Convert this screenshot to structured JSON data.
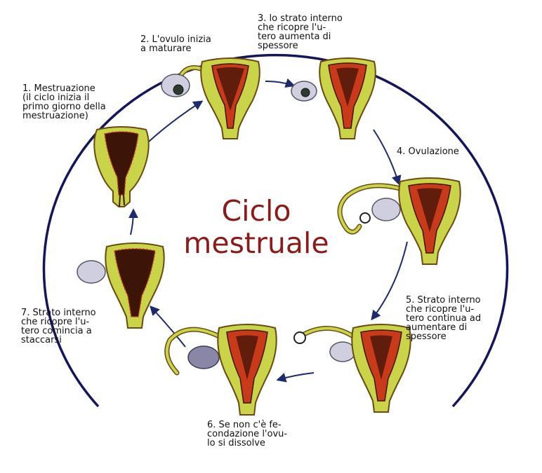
{
  "colors": {
    "ring": "#15155c",
    "arrow": "#1d2a6e",
    "title": "#8b1a1a",
    "uterus_fill": "#c9d448",
    "uterus_outline": "#6b4a12",
    "lining_red": "#c83a1a",
    "lining_dark": "#3d1408",
    "ovary_fill": "#cfcfdf",
    "egg": "#2e3a2e"
  },
  "title": {
    "line1": "Ciclo",
    "line2": "mestruale"
  },
  "stages": [
    {
      "id": 1,
      "lines": [
        "1. Mestruazione",
        "(il ciclo inizia il",
        "primo giorno della",
        "mestruazione)"
      ]
    },
    {
      "id": 2,
      "lines": [
        "2. L'ovulo inizia",
        "a maturare"
      ]
    },
    {
      "id": 3,
      "lines": [
        "3. lo strato interno",
        "che ricopre l'u-",
        "tero aumenta di",
        "spessore"
      ]
    },
    {
      "id": 4,
      "lines": [
        "4. Ovulazione"
      ]
    },
    {
      "id": 5,
      "lines": [
        "5. Strato interno",
        "che ricopre l'u-",
        "tero continua ad",
        "aumentare di",
        "spessore"
      ]
    },
    {
      "id": 6,
      "lines": [
        "6. Se non c'è fe-",
        "condazione l'ovu-",
        "lo si dissolve"
      ]
    },
    {
      "id": 7,
      "lines": [
        "7. Strato interno",
        "che ricopre l'u-",
        "tero comincia a",
        "staccarsi"
      ]
    }
  ]
}
